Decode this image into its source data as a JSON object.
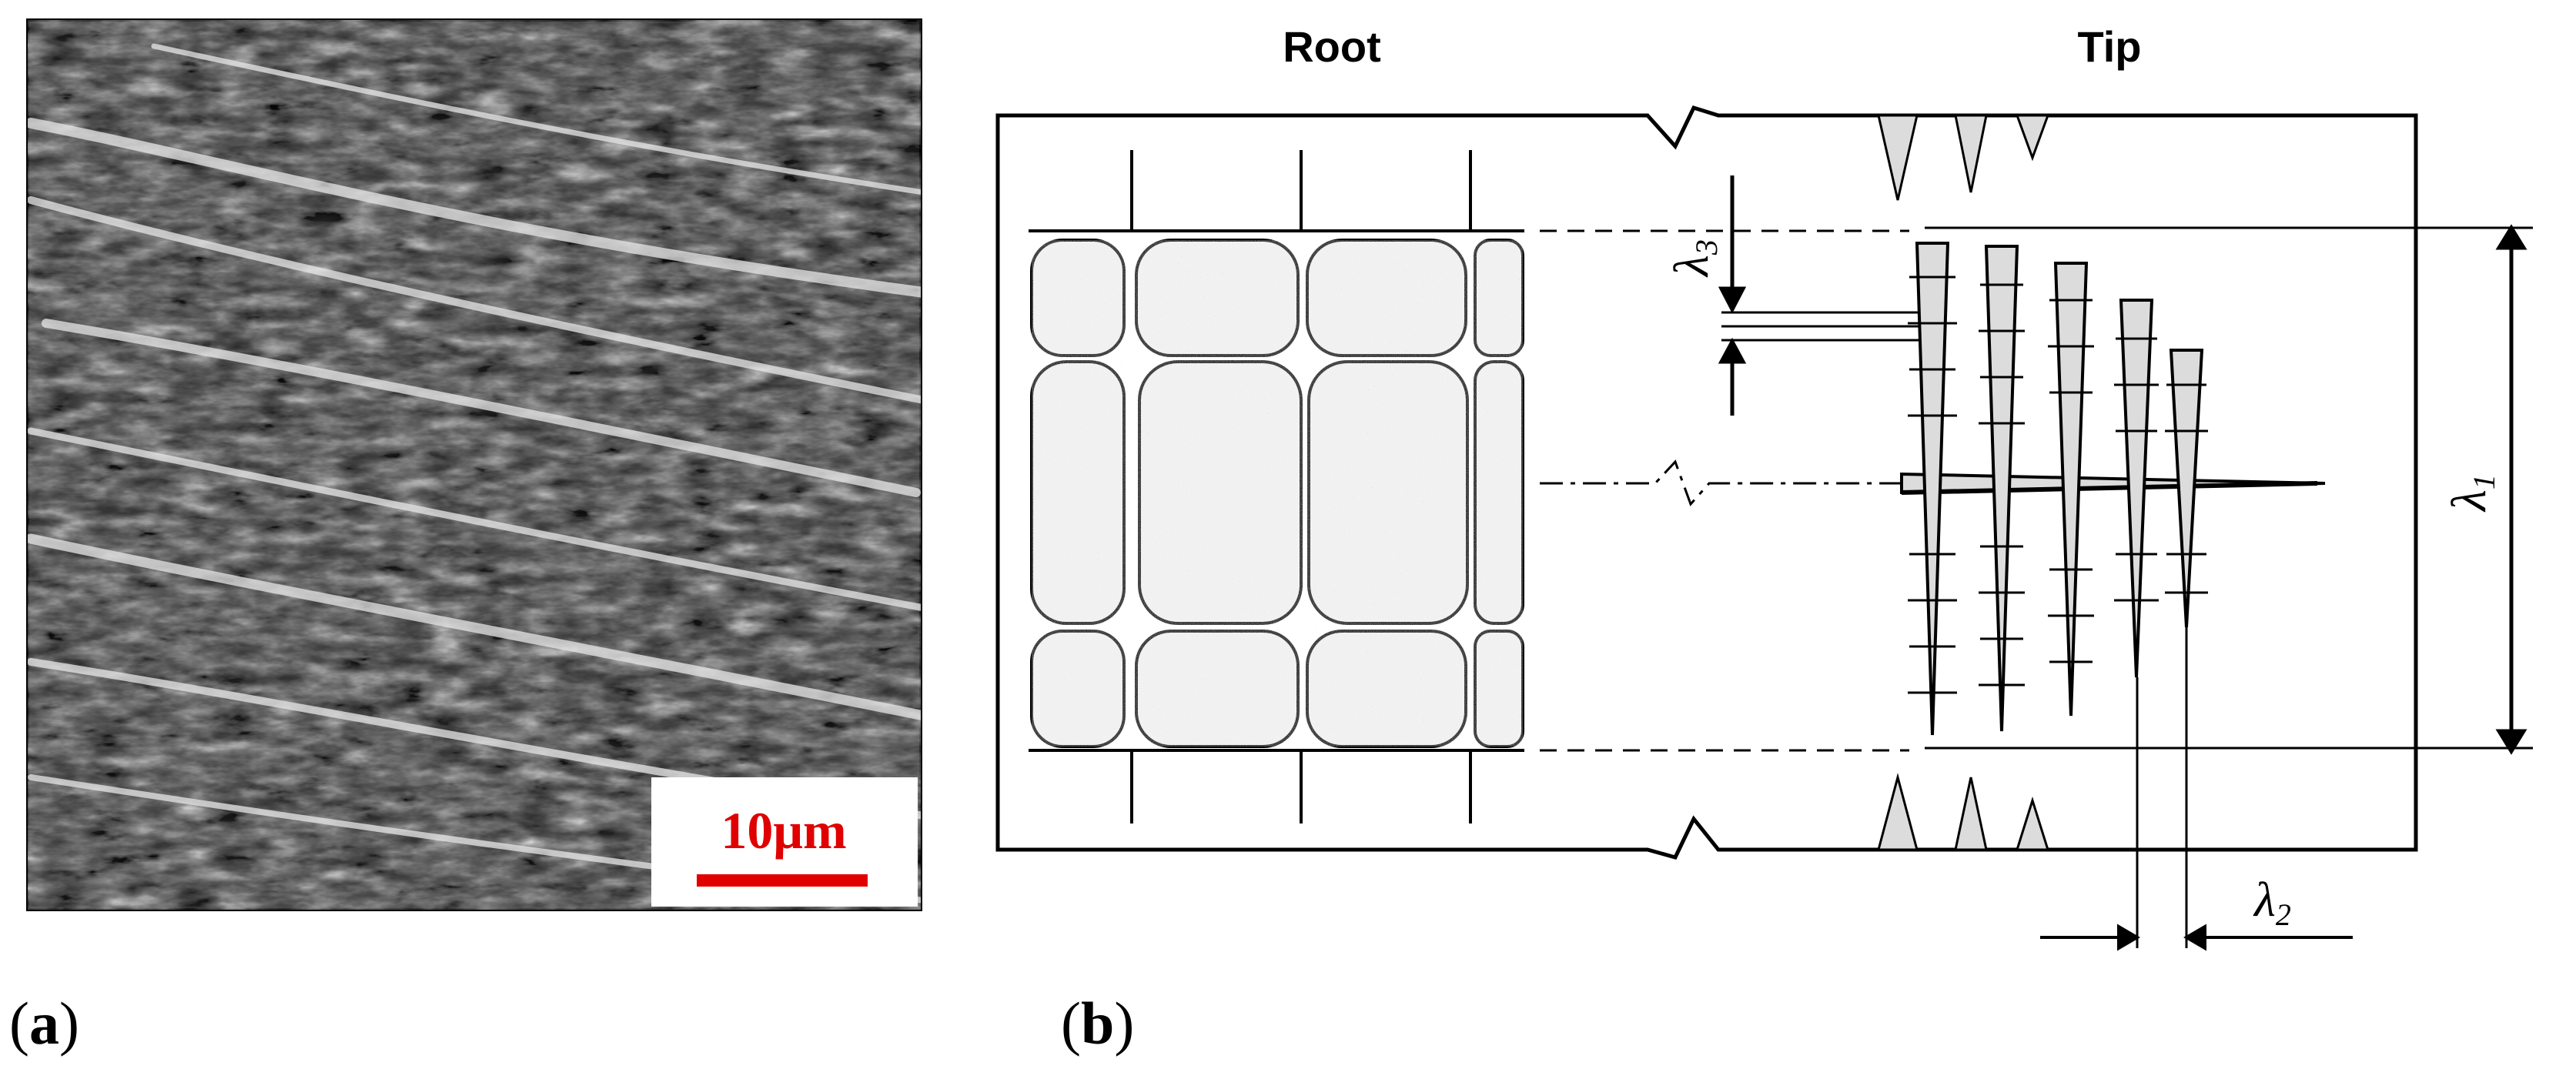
{
  "panels": {
    "a": {
      "label_open": "(",
      "label_letter": "a",
      "label_close": ")",
      "scale_bar_text": "10μm",
      "scale_bar_color": "#e00000",
      "image_tone": "grayscale"
    },
    "b": {
      "label_open": "(",
      "label_letter": "b",
      "label_close": ")",
      "heading_root": "Root",
      "heading_tip": "Tip",
      "lambda_symbol": "λ",
      "lambda_1_sub": "1",
      "lambda_2_sub": "2",
      "lambda_3_sub": "3"
    }
  },
  "colors": {
    "ink": "#000000",
    "background": "#ffffff",
    "scale_bar": "#e00000"
  }
}
